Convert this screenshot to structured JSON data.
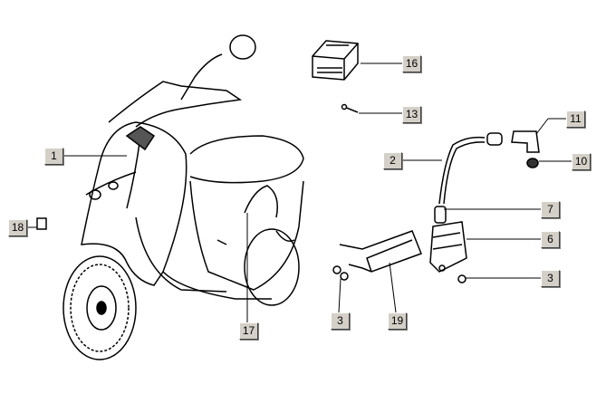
{
  "callouts": [
    {
      "id": "c16",
      "label": "16"
    },
    {
      "id": "c13",
      "label": "13"
    },
    {
      "id": "c11",
      "label": "11"
    },
    {
      "id": "c2",
      "label": "2"
    },
    {
      "id": "c10",
      "label": "10"
    },
    {
      "id": "c7",
      "label": "7"
    },
    {
      "id": "c6",
      "label": "6"
    },
    {
      "id": "c3a",
      "label": "3"
    },
    {
      "id": "c1",
      "label": "1"
    },
    {
      "id": "c18",
      "label": "18"
    },
    {
      "id": "c17",
      "label": "17"
    },
    {
      "id": "c3b",
      "label": "3"
    },
    {
      "id": "c19",
      "label": "19"
    }
  ]
}
